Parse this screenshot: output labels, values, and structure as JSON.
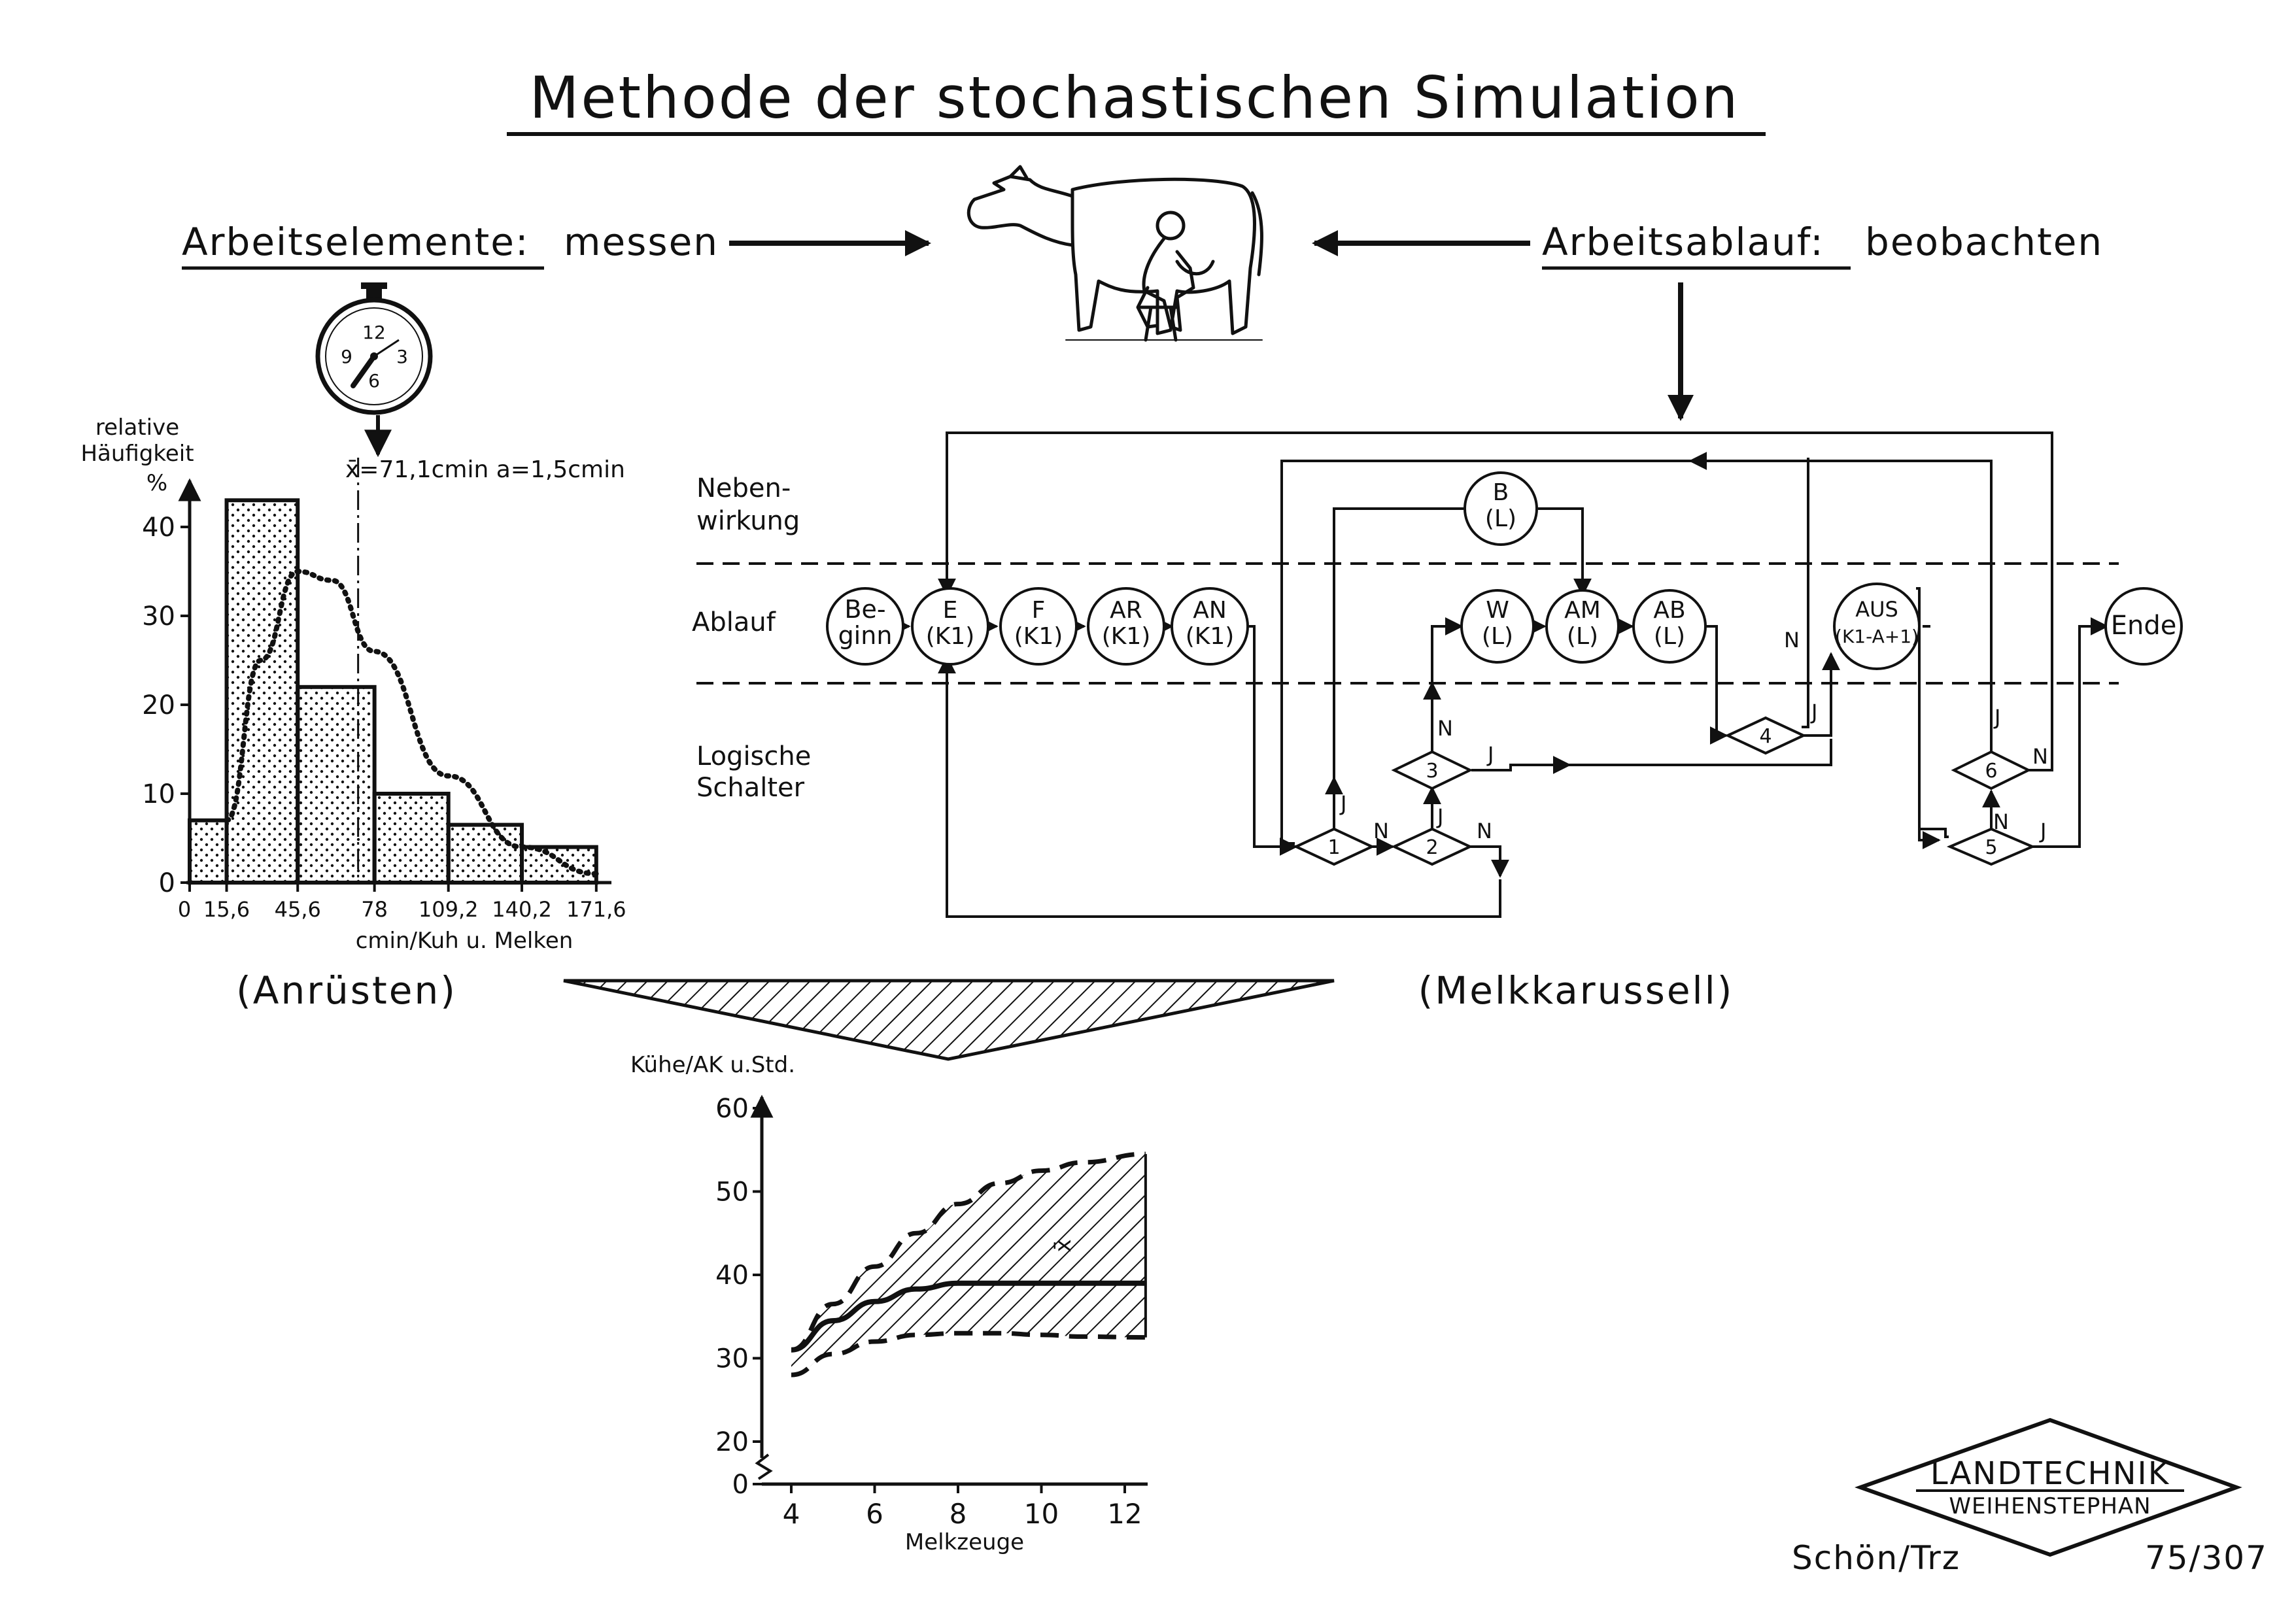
{
  "title": "Methode der stochastischen Simulation",
  "header": {
    "left_label": "Arbeitselemente:",
    "left_action": "messen",
    "right_label": "Arbeitsablauf:",
    "right_action": "beobachten"
  },
  "clock": {
    "n12": "12",
    "n3": "3",
    "n6": "6",
    "n9": "9"
  },
  "histogram": {
    "ylabel_1": "relative",
    "ylabel_2": "Häufigkeit",
    "yunit": "%",
    "stats": "x̄=71,1cmin  a=1,5cmin",
    "xlabel": "cmin/Kuh u. Melken",
    "caption": "(Anrüsten)"
  },
  "flow": {
    "lane_side": "Neben-",
    "lane_side_2": "wirkung",
    "lane_main": "Ablauf",
    "lane_logic_1": "Logische",
    "lane_logic_2": "Schalter",
    "caption": "(Melkkarussell)",
    "nodes": {
      "beginn_1": "Be-",
      "beginn_2": "ginn",
      "e_1": "E",
      "e_2": "(K1)",
      "f_1": "F",
      "f_2": "(K1)",
      "ar_1": "AR",
      "ar_2": "(K1)",
      "an_1": "AN",
      "an_2": "(K1)",
      "b_1": "B",
      "b_2": "(L)",
      "w_1": "W",
      "w_2": "(L)",
      "am_1": "AM",
      "am_2": "(L)",
      "ab_1": "AB",
      "ab_2": "(L)",
      "aus_1": "AUS",
      "aus_2": "(K1-A+1)",
      "ende": "Ende"
    },
    "switches": {
      "s1": "1",
      "s2": "2",
      "s3": "3",
      "s4": "4",
      "s5": "5",
      "s6": "6"
    },
    "yes": "J",
    "no": "N"
  },
  "chart_data": [
    {
      "type": "bar",
      "categories": [
        "0–15,6",
        "15,6–45,6",
        "45,6–78",
        "78–109,2",
        "109,2–140,2",
        "140,2–171,6"
      ],
      "tick_labels": [
        "0",
        "15,6",
        "45,6",
        "78",
        "109,2",
        "140,2",
        "171,6"
      ],
      "values": [
        7,
        43,
        22,
        10,
        6.5,
        4
      ],
      "fitted_curve": [
        [
          15.6,
          7
        ],
        [
          30,
          25
        ],
        [
          45.6,
          35
        ],
        [
          60,
          34
        ],
        [
          78,
          26
        ],
        [
          109.2,
          12
        ],
        [
          140.2,
          4
        ],
        [
          171.6,
          1
        ]
      ],
      "mean_x": 71.1,
      "yticks": [
        0,
        10,
        20,
        30,
        40
      ],
      "ylim": [
        0,
        45
      ],
      "xlabel": "cmin/Kuh u. Melken",
      "ylabel": "relative Häufigkeit %"
    },
    {
      "type": "area",
      "x": [
        4,
        5,
        6,
        7,
        8,
        9,
        10,
        11,
        12.5
      ],
      "series": [
        {
          "name": "x̄",
          "values": [
            31,
            34.5,
            36.8,
            38.3,
            39,
            39,
            39,
            39,
            39
          ]
        },
        {
          "values": [
            31,
            36.5,
            41,
            45,
            48.5,
            51,
            52.5,
            53.5,
            54.5
          ]
        },
        {
          "values": [
            28,
            30.5,
            32,
            32.8,
            33,
            33,
            32.8,
            32.6,
            32.5
          ]
        }
      ],
      "xticks": [
        "4",
        "6",
        "8",
        "10",
        "12"
      ],
      "yticks": [
        "0",
        "20",
        "30",
        "40",
        "50",
        "60"
      ],
      "ylim": [
        0,
        60
      ],
      "xlabel": "Melkzeuge",
      "ylabel": "Kühe/AK u.Std."
    }
  ],
  "logo": {
    "line1": "LANDTECHNIK",
    "line2": "WEIHENSTEPHAN"
  },
  "footer": {
    "author": "Schön/Trz",
    "number": "75/307"
  }
}
